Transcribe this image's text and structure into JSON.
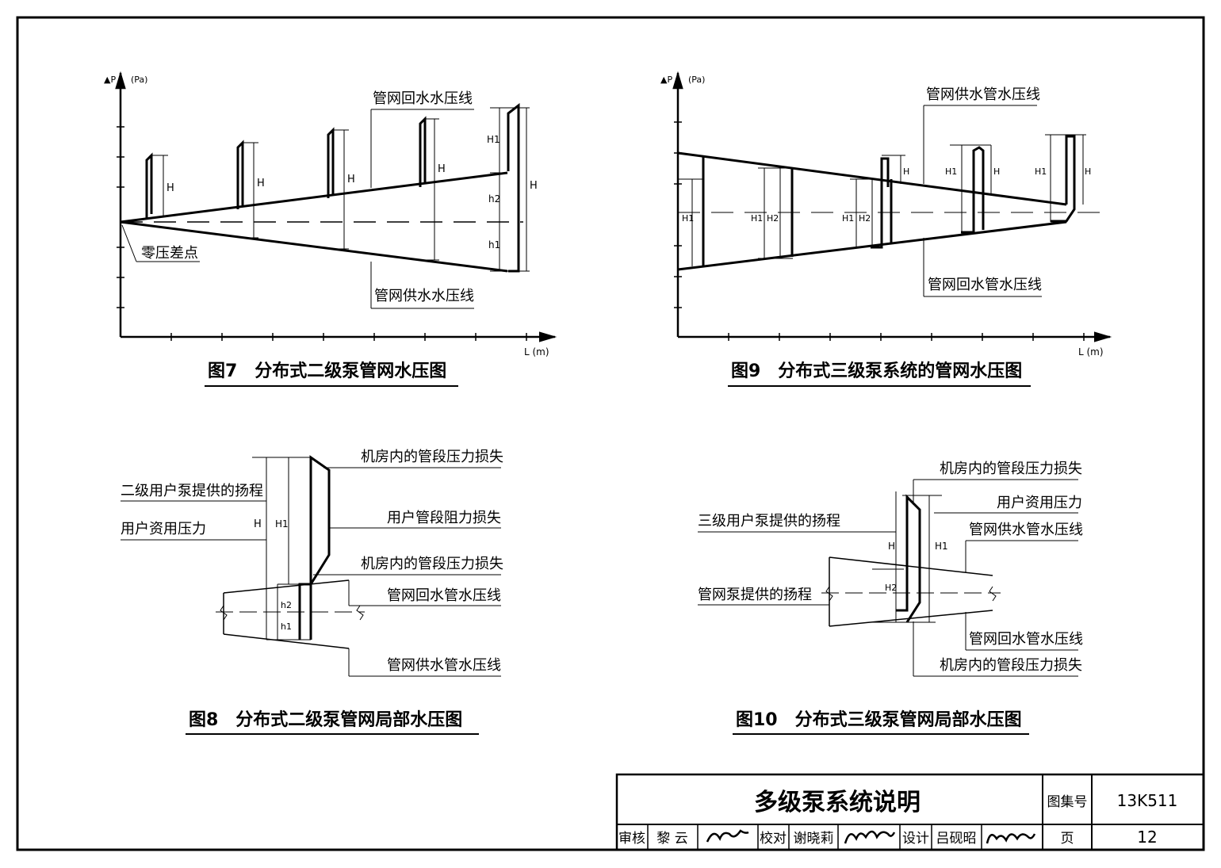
{
  "fig7": {
    "y_axis_label": "▲P",
    "y_unit": "(Pa)",
    "x_axis_label": "L (m)",
    "return_line_label": "管网回水水压线",
    "supply_line_label": "管网供水水压线",
    "zero_point_label": "零压差点",
    "symbols": {
      "H": "H",
      "H1": "H1",
      "h1": "h1",
      "h2": "h2"
    },
    "caption": "图7　分布式二级泵管网水压图"
  },
  "fig9": {
    "y_axis_label": "▲P",
    "y_unit": "(Pa)",
    "x_axis_label": "L (m)",
    "supply_line_label": "管网供水管水压线",
    "return_line_label": "管网回水管水压线",
    "symbols": {
      "H": "H",
      "H1": "H1",
      "H2": "H2"
    },
    "caption": "图9　分布式三级泵系统的管网水压图"
  },
  "fig8": {
    "labels": {
      "machine_room_loss_top": "机房内的管段压力损失",
      "secondary_pump_head": "二级用户泵提供的扬程",
      "user_available_pressure": "用户资用压力",
      "user_pipe_loss": "用户管段阻力损失",
      "machine_room_loss_mid": "机房内的管段压力损失",
      "return_line": "管网回水管水压线",
      "supply_line": "管网供水管水压线"
    },
    "symbols": {
      "H": "H",
      "H1": "H1",
      "h1": "h1",
      "h2": "h2"
    },
    "caption": "图8　分布式二级泵管网局部水压图"
  },
  "fig10": {
    "labels": {
      "machine_room_loss_top": "机房内的管段压力损失",
      "user_available_pressure": "用户资用压力",
      "tertiary_pump_head": "三级用户泵提供的扬程",
      "supply_line": "管网供水管水压线",
      "network_pump_head": "管网泵提供的扬程",
      "return_line": "管网回水管水压线",
      "machine_room_loss_bottom": "机房内的管段压力损失"
    },
    "symbols": {
      "H": "H",
      "H1": "H1",
      "H2": "H2"
    },
    "caption": "图10　分布式三级泵管网局部水压图"
  },
  "title_block": {
    "title": "多级泵系统说明",
    "atlas_label": "图集号",
    "atlas_no": "13K511",
    "review_label": "审核",
    "reviewer": "黎 云",
    "check_label": "校对",
    "checker": "谢晓莉",
    "design_label": "设计",
    "designer": "吕砚昭",
    "page_label": "页",
    "page_no": "12"
  }
}
